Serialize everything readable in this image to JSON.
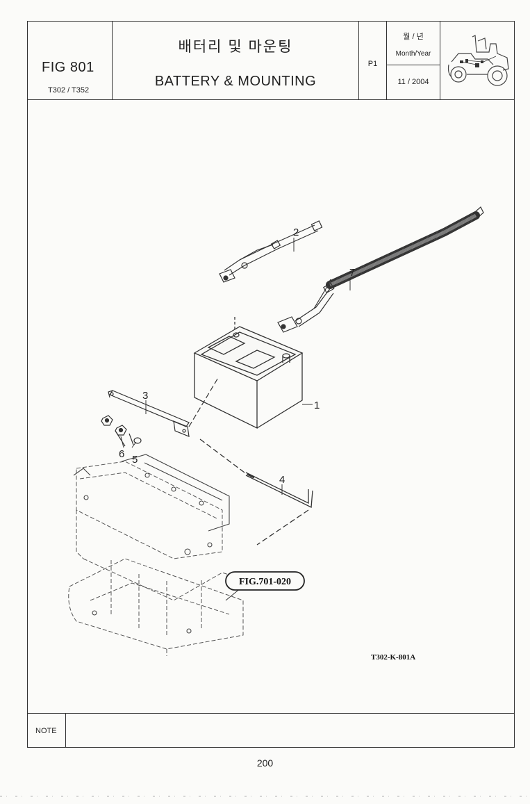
{
  "header": {
    "fig_number": "FIG 801",
    "models": "T302 / T352",
    "title_ko": "배터리 및 마운팅",
    "title_en": "BATTERY & MOUNTING",
    "page": "P1",
    "date_label_ko": "월 / 년",
    "date_label_en": "Month/Year",
    "date_value": "11 / 2004",
    "thumbnail_icon": "tractor-icon"
  },
  "drawing": {
    "part_labels": [
      "1",
      "2",
      "3",
      "4",
      "5",
      "6",
      "7"
    ],
    "reference": "FIG.701-020",
    "drawing_id": "T302-K-801A"
  },
  "footer": {
    "note_label": "NOTE",
    "note_text": "",
    "page_number": "200"
  }
}
